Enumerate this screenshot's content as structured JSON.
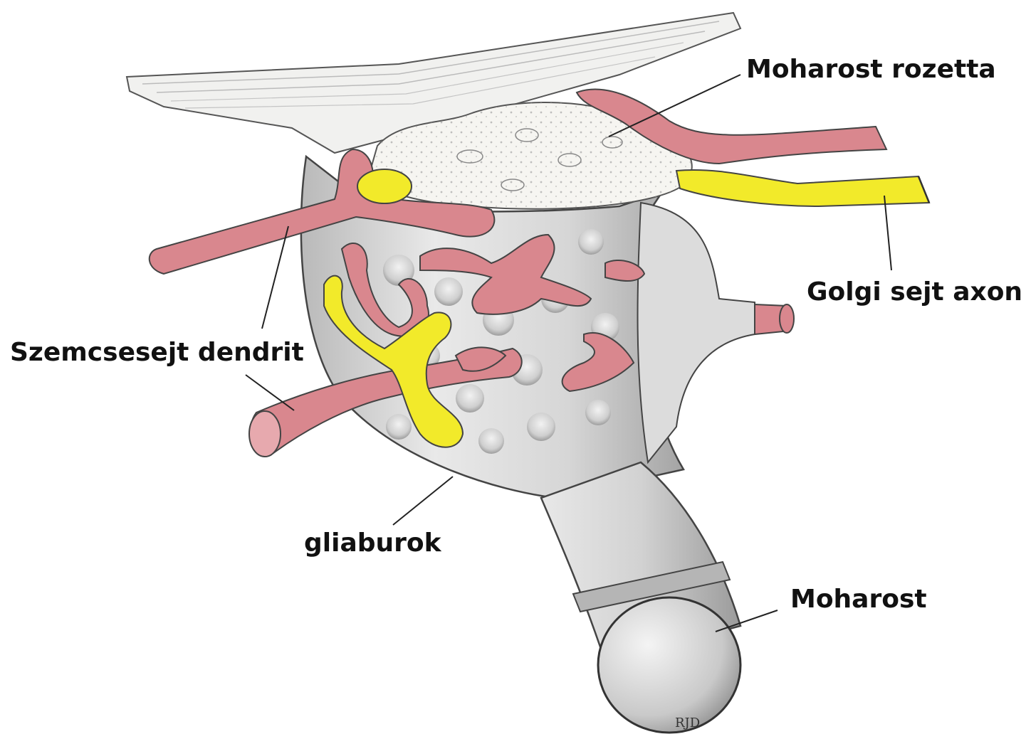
{
  "labels": {
    "moharost_rozetta": "Moharost rozetta",
    "golgi_sejt_axon": "Golgi sejt axon",
    "szemcsesejt_dendrit": "Szemcsesejt dendrit",
    "gliaburok": "gliaburok",
    "moharost": "Moharost"
  },
  "signature": "RJD",
  "colors": {
    "dendrite_pink": "#d9878e",
    "golgi_yellow": "#f2ea2a",
    "glia_gray": "#c9c9c9",
    "rosette_white": "#f6f5f1",
    "background": "#ffffff"
  }
}
